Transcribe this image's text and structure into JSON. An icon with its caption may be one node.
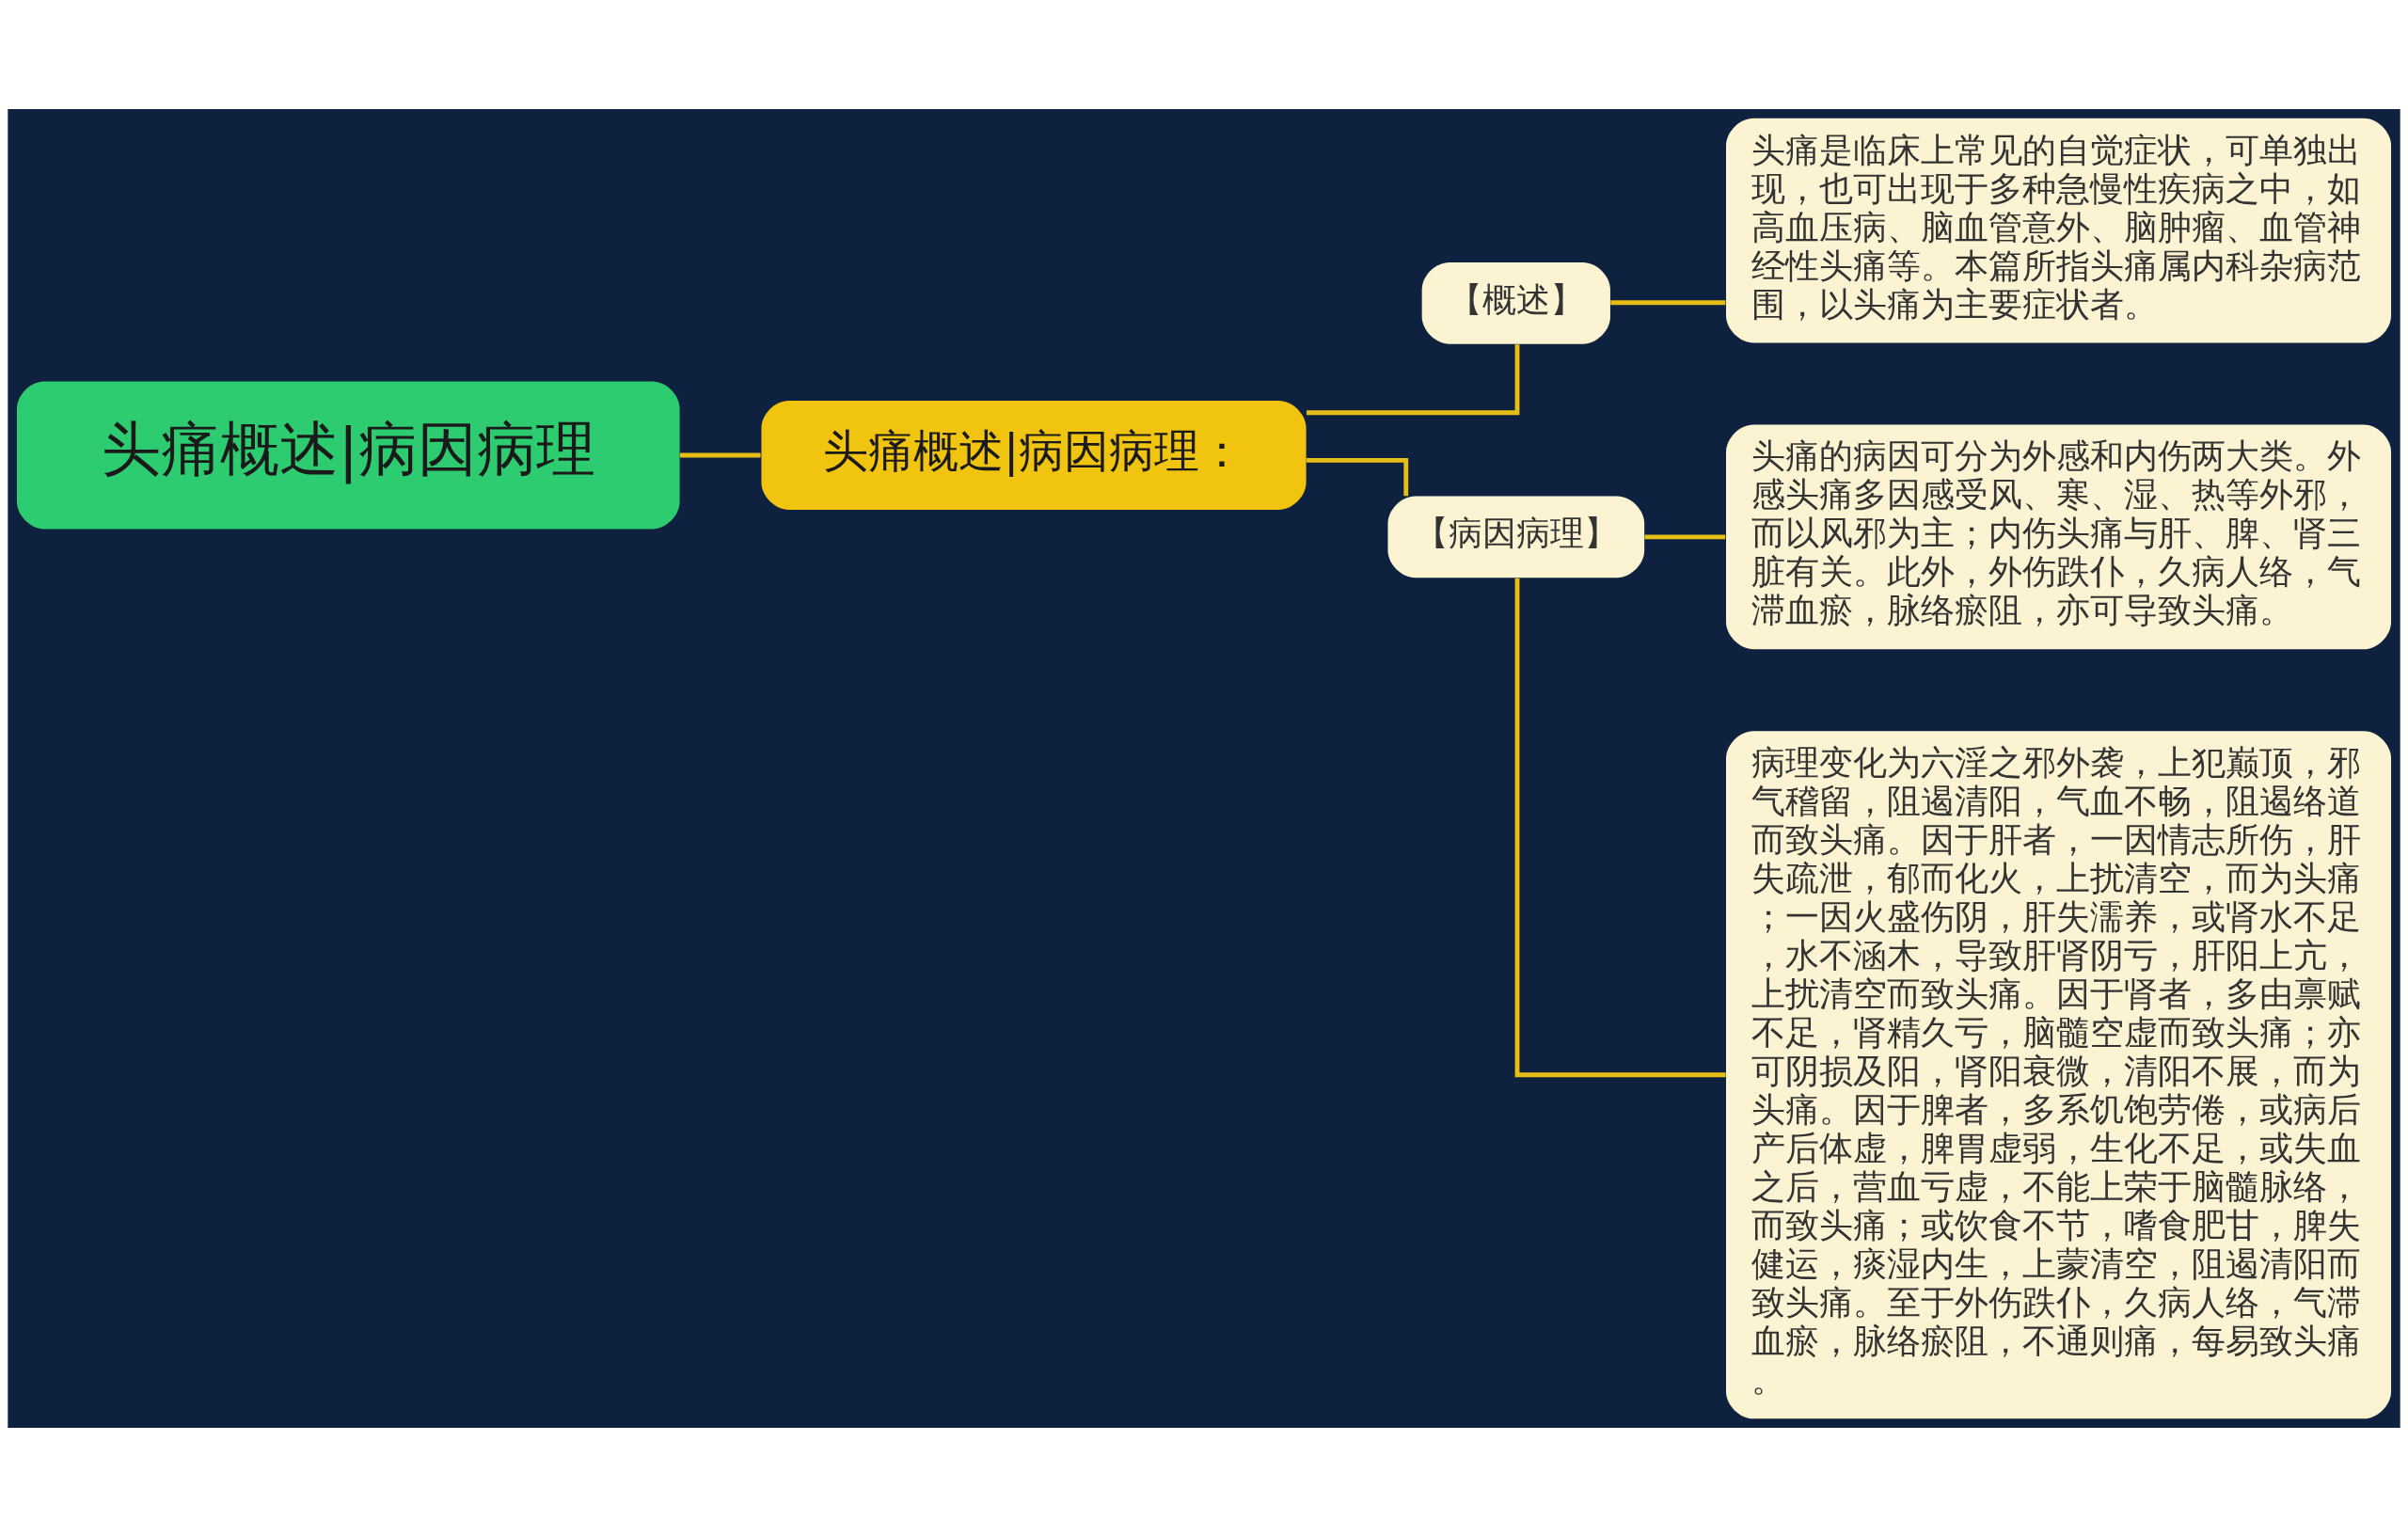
{
  "diagram": {
    "nodes": [
      {
        "text": [
          "头痛概述|病因病理"
        ]
      },
      {
        "text": [
          "头痛概述|病因病理："
        ]
      },
      {
        "text": [
          "【概述】"
        ]
      },
      {
        "text": [
          "头痛是临床上常见的自觉症状，可单独出现，也可出现于多种急慢性疾病之中，如高血压病、脑血管意外、脑肿瘤、血管神经性头痛等。本篇所指头痛属内科杂病范围，以头痛为主要症状者。"
        ]
      },
      {
        "text": [
          "【病因病理】"
        ]
      },
      {
        "text": [
          "头痛的病因可分为外感和内伤两大类。外感头痛多因感受风、寒、湿、热等外邪，而以风邪为主；内伤头痛与肝、脾、肾三脏有关。此外，外伤跌仆，久病人络，气滞血瘀，脉络瘀阻，亦可导致头痛。"
        ]
      },
      {
        "text": [
          "病理变化为六淫之邪外袭，上犯巅顶，邪气稽留，阻遏清阳，气血不畅，阻遏络道而致头痛。因于肝者，一因情志所伤，肝失疏泄，郁而化火，上扰清空，而为头痛；一因火盛伤阴，肝失濡养，或肾水不足，水不涵木，导致肝肾阴亏，肝阳上亢，上扰清空而致头痛。因于肾者，多由禀赋不足，肾精久亏，脑髓空虚而致头痛；亦可阴损及阳，肾阳衰微，清阳不展，而为头痛。因于脾者，多系饥饱劳倦，或病后产后体虚，脾胃虚弱，生化不足，或失血之后，营血亏虚，不能上荣于脑髓脉络，而致头痛；或饮食不节，嗜食肥甘，脾失健运，痰湿内生，上蒙清空，阻遏清阳而致头痛。至于外伤跌仆，久病人络，气滞血瘀，脉络瘀阻，不通则痛，每易致头痛。"
        ]
      }
    ],
    "edges": [
      {
        "from": 0,
        "to": 1,
        "arrow": "none"
      },
      {
        "from": 1,
        "to": 2,
        "arrow": "none"
      },
      {
        "from": 2,
        "to": 3,
        "arrow": "none"
      },
      {
        "from": 1,
        "to": 4,
        "arrow": "none"
      },
      {
        "from": 4,
        "to": 5,
        "arrow": "none"
      },
      {
        "from": 4,
        "to": 6,
        "arrow": "none"
      }
    ]
  }
}
